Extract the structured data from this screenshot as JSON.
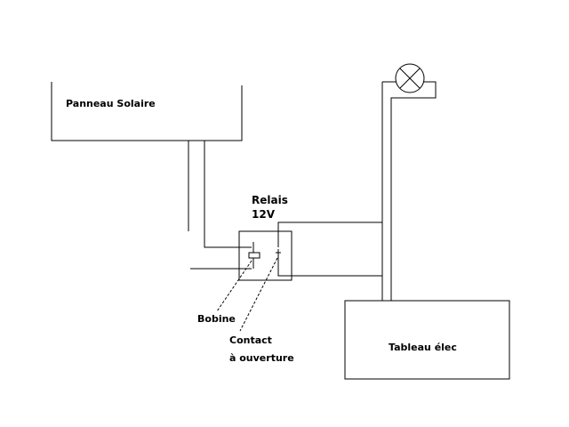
{
  "labels": {
    "solar_panel": "Panneau Solaire",
    "relay_line1": "Relais",
    "relay_line2": "12V",
    "coil": "Bobine",
    "contact_line1": "Contact",
    "contact_line2": "à ouverture",
    "panel_board": "Tableau élec"
  },
  "colors": {
    "line": "#000000",
    "background": "#ffffff"
  },
  "components": [
    "solar-panel",
    "relay-12v",
    "coil",
    "normally-closed-contact",
    "lamp",
    "electrical-panel"
  ]
}
